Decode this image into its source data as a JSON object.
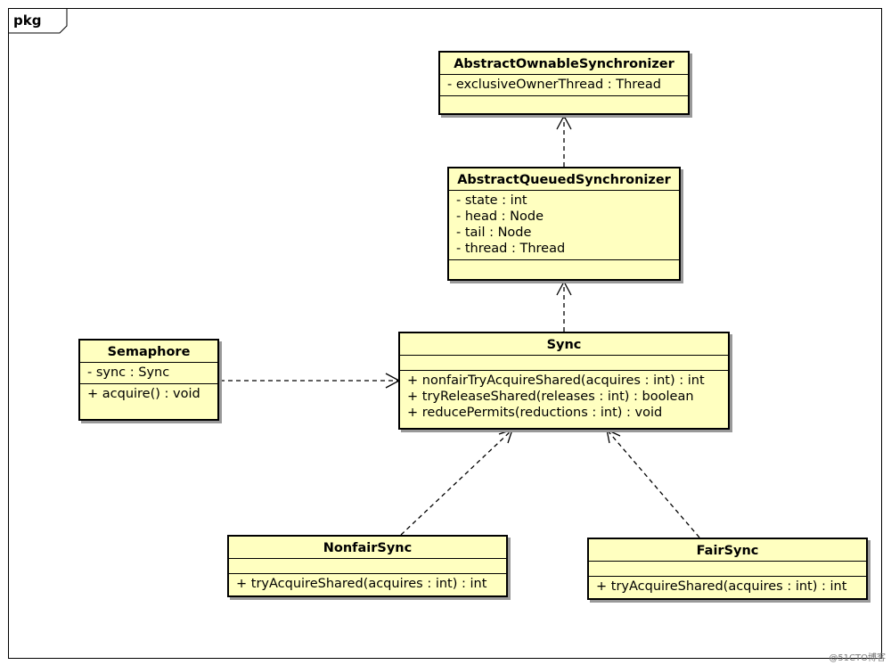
{
  "package": {
    "label": "pkg"
  },
  "classes": {
    "aos": {
      "name": "AbstractOwnableSynchronizer",
      "attributes": [
        "- exclusiveOwnerThread : Thread"
      ],
      "operations": []
    },
    "aqs": {
      "name": "AbstractQueuedSynchronizer",
      "attributes": [
        "- state : int",
        "- head : Node",
        "- tail : Node",
        "- thread : Thread"
      ],
      "operations": []
    },
    "semaphore": {
      "name": "Semaphore",
      "attributes": [
        "- sync : Sync"
      ],
      "operations": [
        "+ acquire() : void"
      ]
    },
    "sync": {
      "name": "Sync",
      "attributes": [],
      "operations": [
        "+ nonfairTryAcquireShared(acquires : int) : int",
        "+ tryReleaseShared(releases : int) : boolean",
        "+ reducePermits(reductions : int) : void"
      ]
    },
    "nonfair": {
      "name": "NonfairSync",
      "attributes": [],
      "operations": [
        "+ tryAcquireShared(acquires : int) : int"
      ]
    },
    "fair": {
      "name": "FairSync",
      "attributes": [],
      "operations": [
        "+ tryAcquireShared(acquires : int) : int"
      ]
    }
  },
  "watermark": "@51CTO博客"
}
